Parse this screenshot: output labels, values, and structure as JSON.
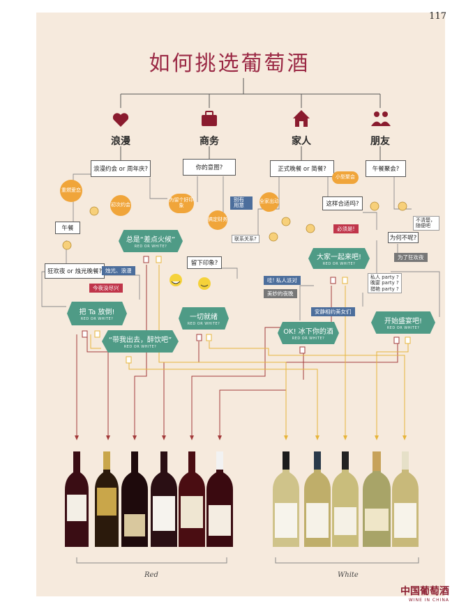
{
  "page_number": "117",
  "title": "如何挑选葡萄酒",
  "categories": [
    "浪漫",
    "商务",
    "家人",
    "朋友"
  ],
  "questions": {
    "romance": "浪漫约会 or 周年庆?",
    "business": "你的意图?",
    "family": "正式晚餐 or 简餐?",
    "friends": "午餐聚会?",
    "lunch": "午餐",
    "wild": "狂欢夜 or 烛光晚餐?",
    "impression": "留下印象?",
    "suitable": "这样合适吗?",
    "why_not": "为何不呢?"
  },
  "circles": {
    "rekindle": "重燃爱恋",
    "first_date": "初次约会",
    "first_impression": "为留个好印象",
    "sign_deal": "搞定财务",
    "family_banquet": "全家出动",
    "small_party": "小型聚会"
  },
  "tags": {
    "has_intent": "别有用意",
    "relations": "联系关系?",
    "must_be": "必须是!",
    "not_sure": "不清楚，随便吧",
    "for_party": "为了狂欢夜",
    "candle": "烛光、浪漫",
    "tonight": "今夜没尽兴",
    "wow": "哇! 私人派对",
    "beautiful": "美妙的夜晚",
    "quiet": "安静相约美女们",
    "party_opts": "私人 party ?\n晚宴 party ?\n猎艳 party ?"
  },
  "hexes": [
    {
      "main": "总是“差点火候”",
      "sub": "RED OR WHITE?"
    },
    {
      "main": "大家一起来吧!",
      "sub": "RED OR WHITE?"
    },
    {
      "main": "把 Ta 放倒!",
      "sub": "RED OR WHITE?"
    },
    {
      "main": "一切就绪",
      "sub": "RED OR WHITE?"
    },
    {
      "main": "开始盛宴吧!",
      "sub": "RED OR WHITE?"
    },
    {
      "main": "“带我出去，醉饮吧”",
      "sub": "RED OR WHITE?"
    },
    {
      "main": "OK! 冰下你的酒",
      "sub": "RED OR WHITE?"
    }
  ],
  "group_labels": {
    "red": "Red",
    "white": "White"
  },
  "logo": {
    "main": "中国葡萄酒",
    "sub": "WINE IN CHINA"
  },
  "colors": {
    "title": "#9a2844",
    "hex": "#4f9b86",
    "circle": "#f0a53a",
    "line_red": "#a33a3a",
    "line_yellow": "#e7b43a"
  }
}
